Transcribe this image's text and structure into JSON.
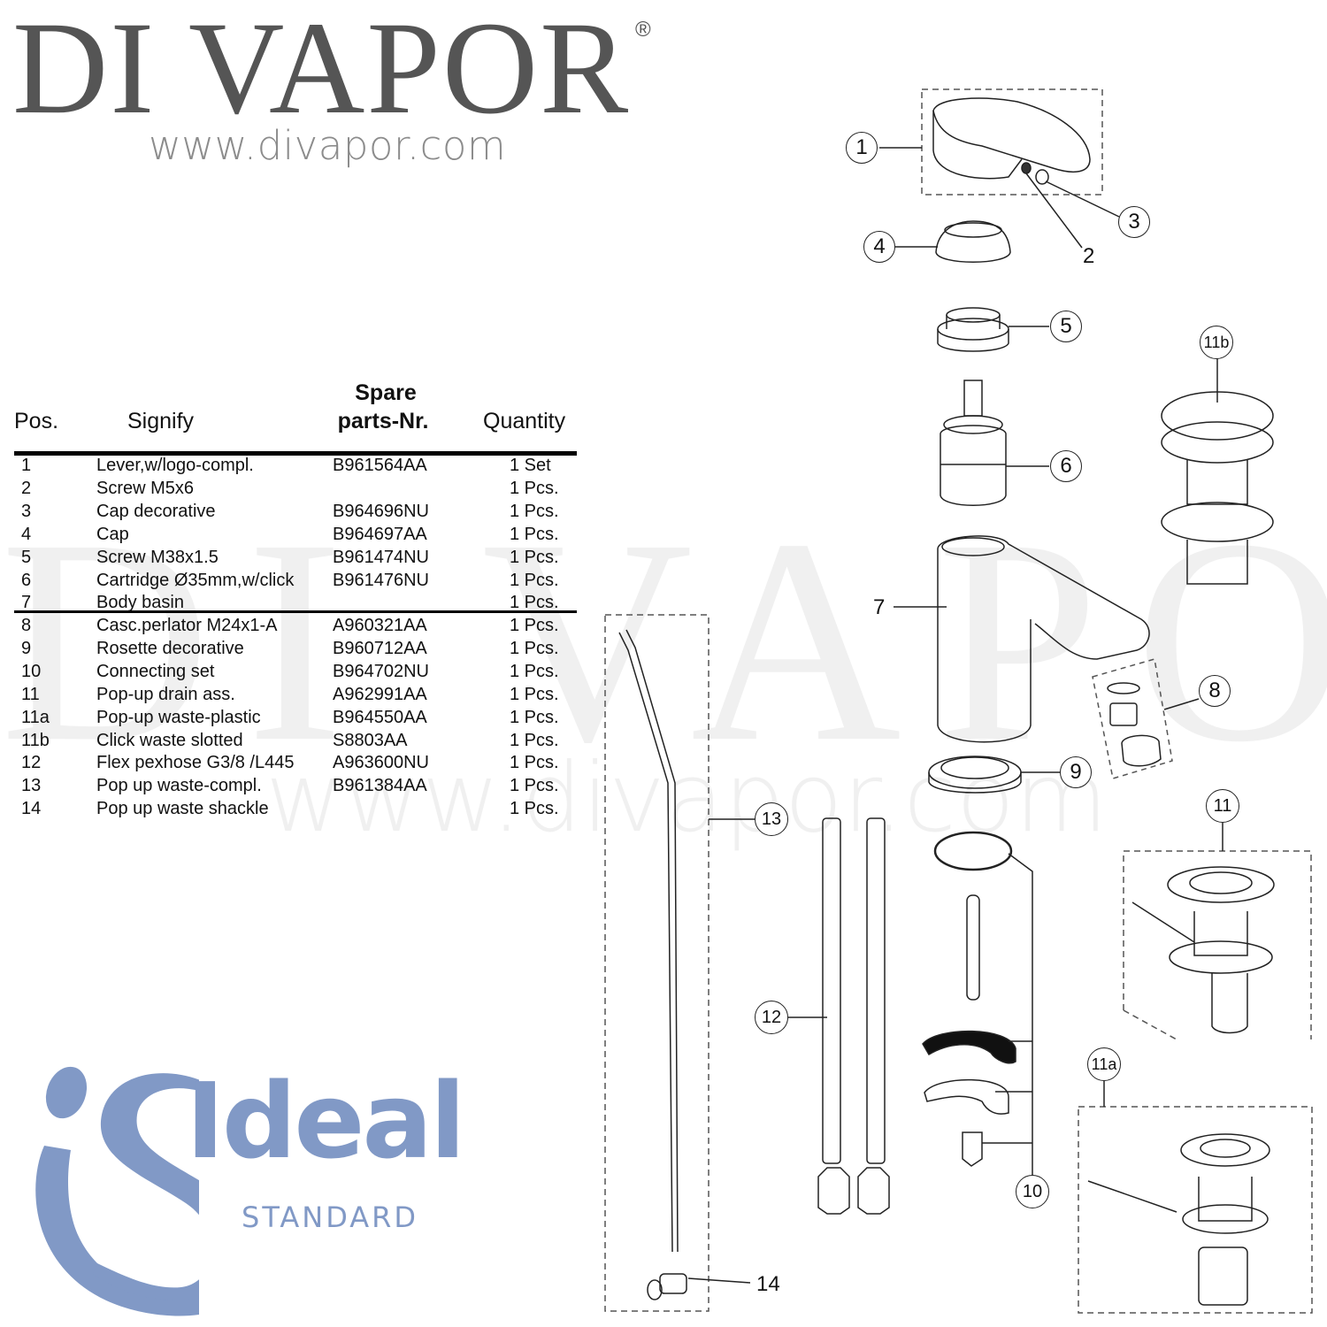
{
  "brand": {
    "title": "DI VAPOR",
    "registered_mark": "®",
    "url": "www.divapor.com"
  },
  "watermark": {
    "text": "DI VAPOR®",
    "url": "www.divapor.com"
  },
  "parts_table": {
    "headers": {
      "pos": "Pos.",
      "signify": "Signify",
      "spare_parts_line1": "Spare",
      "spare_parts_line2": "parts-Nr.",
      "quantity": "Quantity"
    },
    "rows": [
      {
        "pos": "1",
        "signify": "Lever,w/logo-compl.",
        "part_nr": "B961564AA",
        "quantity": "1 Set"
      },
      {
        "pos": "2",
        "signify": "Screw M5x6",
        "part_nr": "",
        "quantity": "1 Pcs."
      },
      {
        "pos": "3",
        "signify": "Cap decorative",
        "part_nr": "B964696NU",
        "quantity": "1 Pcs."
      },
      {
        "pos": "4",
        "signify": "Cap",
        "part_nr": "B964697AA",
        "quantity": "1 Pcs."
      },
      {
        "pos": "5",
        "signify": "Screw M38x1.5",
        "part_nr": "B961474NU",
        "quantity": "1 Pcs."
      },
      {
        "pos": "6",
        "signify": "Cartridge Ø35mm,w/click",
        "part_nr": "B961476NU",
        "quantity": "1 Pcs."
      },
      {
        "pos": "7",
        "signify": "Body basin",
        "part_nr": "",
        "quantity": "1 Pcs."
      },
      {
        "pos": "8",
        "signify": "Casc.perlator M24x1-A",
        "part_nr": "A960321AA",
        "quantity": "1 Pcs."
      },
      {
        "pos": "9",
        "signify": "Rosette decorative",
        "part_nr": "B960712AA",
        "quantity": "1 Pcs."
      },
      {
        "pos": "10",
        "signify": "Connecting set",
        "part_nr": "B964702NU",
        "quantity": "1 Pcs."
      },
      {
        "pos": "11",
        "signify": "Pop-up drain ass.",
        "part_nr": "A962991AA",
        "quantity": "1 Pcs."
      },
      {
        "pos": "11a",
        "signify": "Pop-up waste-plastic",
        "part_nr": "B964550AA",
        "quantity": "1 Pcs."
      },
      {
        "pos": "11b",
        "signify": "Click waste slotted",
        "part_nr": "S8803AA",
        "quantity": "1 Pcs."
      },
      {
        "pos": "12",
        "signify": "Flex pexhose G3/8 /L445",
        "part_nr": "A963600NU",
        "quantity": "1 Pcs."
      },
      {
        "pos": "13",
        "signify": "Pop up waste-compl.",
        "part_nr": "B961384AA",
        "quantity": "1 Pcs."
      },
      {
        "pos": "14",
        "signify": "Pop up waste shackle",
        "part_nr": "",
        "quantity": "1 Pcs."
      }
    ]
  },
  "logo": {
    "word": "Ideal",
    "subword": "STANDARD",
    "color": "#8199c6"
  },
  "diagram": {
    "callouts": {
      "c1": "1",
      "c2": "2",
      "c3": "3",
      "c4": "4",
      "c5": "5",
      "c6": "6",
      "c7": "7",
      "c8": "8",
      "c9": "9",
      "c10": "10",
      "c11": "11",
      "c11a": "11a",
      "c11b": "11b",
      "c12": "12",
      "c13": "13",
      "c14": "14"
    }
  }
}
